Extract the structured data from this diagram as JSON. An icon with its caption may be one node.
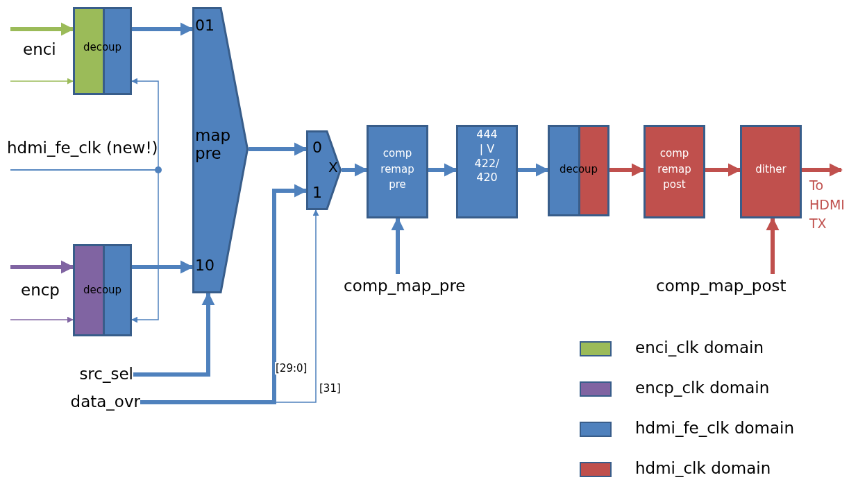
{
  "diagram": {
    "nodes": [
      {
        "text": [
          "decoup"
        ]
      },
      {
        "text": [
          "decoup"
        ]
      },
      {
        "text": [
          "01",
          "map pre",
          "10"
        ]
      },
      {
        "text": [
          "0",
          "X",
          "1"
        ]
      },
      {
        "text": [
          "comp remap pre"
        ]
      },
      {
        "text": [
          "444 | V 422/ 420"
        ]
      },
      {
        "text": [
          "decoup"
        ]
      },
      {
        "text": [
          "comp remap post"
        ]
      },
      {
        "text": [
          "dither"
        ]
      },
      {
        "text": [
          "src_sel"
        ]
      },
      {
        "text": [
          "data_ovr"
        ]
      },
      {
        "text": [
          "comp_map_pre"
        ]
      },
      {
        "text": [
          "comp_map_post"
        ]
      },
      {
        "text": [
          "To HDMI TX"
        ]
      }
    ],
    "edges": [
      {
        "from": null,
        "to": 0,
        "arrow": "to",
        "color": "#9bbb59"
      },
      {
        "from": null,
        "to": 0,
        "arrow": "to",
        "color": "#9bbb59"
      },
      {
        "from": 0,
        "to": 2,
        "arrow": "to"
      },
      {
        "from": null,
        "to": 0,
        "arrow": "to"
      },
      {
        "from": null,
        "to": 1,
        "arrow": "to"
      },
      {
        "from": null,
        "to": 1,
        "arrow": "to",
        "color": "#8064a2"
      },
      {
        "from": null,
        "to": 1,
        "arrow": "to",
        "color": "#8064a2"
      },
      {
        "from": 1,
        "to": 2,
        "arrow": "to"
      },
      {
        "from": 9,
        "to": 2,
        "arrow": "to"
      },
      {
        "from": 2,
        "to": 3,
        "arrow": "to"
      },
      {
        "from": 10,
        "to": 3,
        "arrow": "to",
        "label": "[29:0]"
      },
      {
        "from": 10,
        "to": 3,
        "arrow": "to",
        "label": "[31]"
      },
      {
        "from": 3,
        "to": 4,
        "arrow": "to"
      },
      {
        "from": 4,
        "to": 5,
        "arrow": "to"
      },
      {
        "from": 5,
        "to": 6,
        "arrow": "to"
      },
      {
        "from": 6,
        "to": 7,
        "arrow": "to",
        "color": "#c0504d"
      },
      {
        "from": 7,
        "to": 8,
        "arrow": "to",
        "color": "#c0504d"
      },
      {
        "from": 8,
        "to": 13,
        "arrow": "to",
        "color": "#c0504d"
      },
      {
        "from": 11,
        "to": 4,
        "arrow": "to"
      },
      {
        "from": 12,
        "to": 8,
        "arrow": "to",
        "color": "#c0504d"
      }
    ],
    "labels": [
      "enci",
      "hdmi_fe_clk (new!)",
      "encp"
    ],
    "legend": [
      {
        "text": "enci_clk domain",
        "color": "#9bbb59"
      },
      {
        "text": "encp_clk domain",
        "color": "#8064a2"
      },
      {
        "text": "hdmi_fe_clk domain",
        "color": "#4f81bd"
      },
      {
        "text": "hdmi_clk domain",
        "color": "#c0504d"
      }
    ]
  }
}
